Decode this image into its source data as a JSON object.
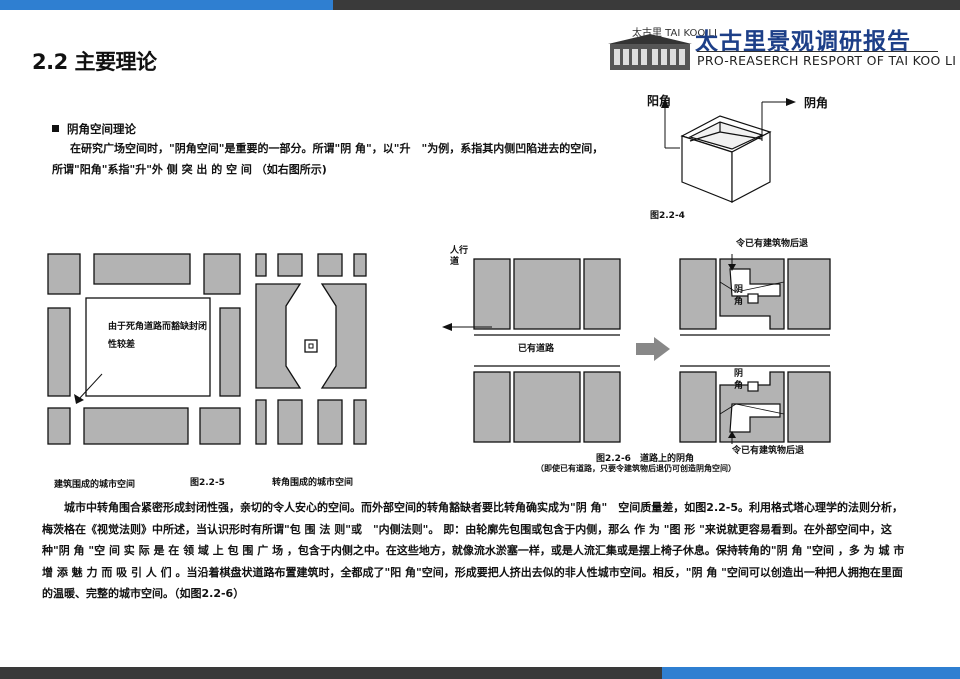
{
  "header": {
    "section_heading": "2.2 主要理论",
    "logo_title": "太古里景观调研报告",
    "logo_subtitle": "PRO-REASERCH RESPORT OF TAI KOO LI",
    "logo_brand": "太古里 TAI KOO LI"
  },
  "section": {
    "title": "阴角空间理论",
    "intro": "在研究广场空间时，\"阴角空间\"是重要的一部分。所谓\"阴 角\"，以\"升　\"为例，系指其内侧凹陷进去的空间，所谓\"阳角\"系指\"升\"外 侧 突 出 的 空 间 （如右图所示)"
  },
  "figure_4": {
    "label_yang": "阳角",
    "label_yin": "阴角",
    "caption": "图2.2-4"
  },
  "figure_5": {
    "annotation": "由于死角道路而豁缺封闭性较差",
    "caption_left": "建筑围成的城市空间",
    "caption_num": "图2.2-5",
    "caption_right": "转角围成的城市空间"
  },
  "figure_6": {
    "sidewalk": "人行道",
    "road": "已有道路",
    "setback_top": "令已有建筑物后退",
    "setback_bottom": "令已有建筑物后退",
    "yin_corner": "阴角",
    "caption": "图2.2-6　道路上的阴角",
    "caption_note": "（即使已有道路，只要令建筑物后退仍可创造阴角空间）"
  },
  "body": {
    "paragraph": "城市中转角围合紧密形成封闭性强，亲切的令人安心的空间。而外部空间的转角豁缺者要比转角确实成为\"阴 角\"　空间质量差，如图2.2-5。利用格式塔心理学的法则分析，梅茨格在《视觉法则》中所述，当认识形时有所谓\"包 围 法 则\"或　\"内侧法则\"。 即：由轮廓先包围或包含于内侧，那么 作 为 \"图 形 \"来说就更容易看到。在外部空间中，这种\"阴 角 \"空 间 实 际 是 在 领 域 上 包 围 广 场 ，包含于内侧之中。在这些地方，就像流水淤塞一样，或是人流汇集或是摆上椅子休息。保持转角的\"阴 角 \"空间 ，多 为 城 市 增 添 魅 力 而 吸 引 人 们 。当沿着棋盘状道路布置建筑时，全都成了\"阳 角\"空间，形成要把人挤出去似的非人性城市空间。相反，\"阴 角 \"空间可以创造出一种把人拥抱在里面的温暖、完整的城市空间。（如图2.2-6）"
  },
  "colors": {
    "accent_blue": "#2f7fd1",
    "bar_dark": "#3a3a3a",
    "logo_blue": "#1d3f88",
    "block_gray": "#b3b3b3"
  }
}
